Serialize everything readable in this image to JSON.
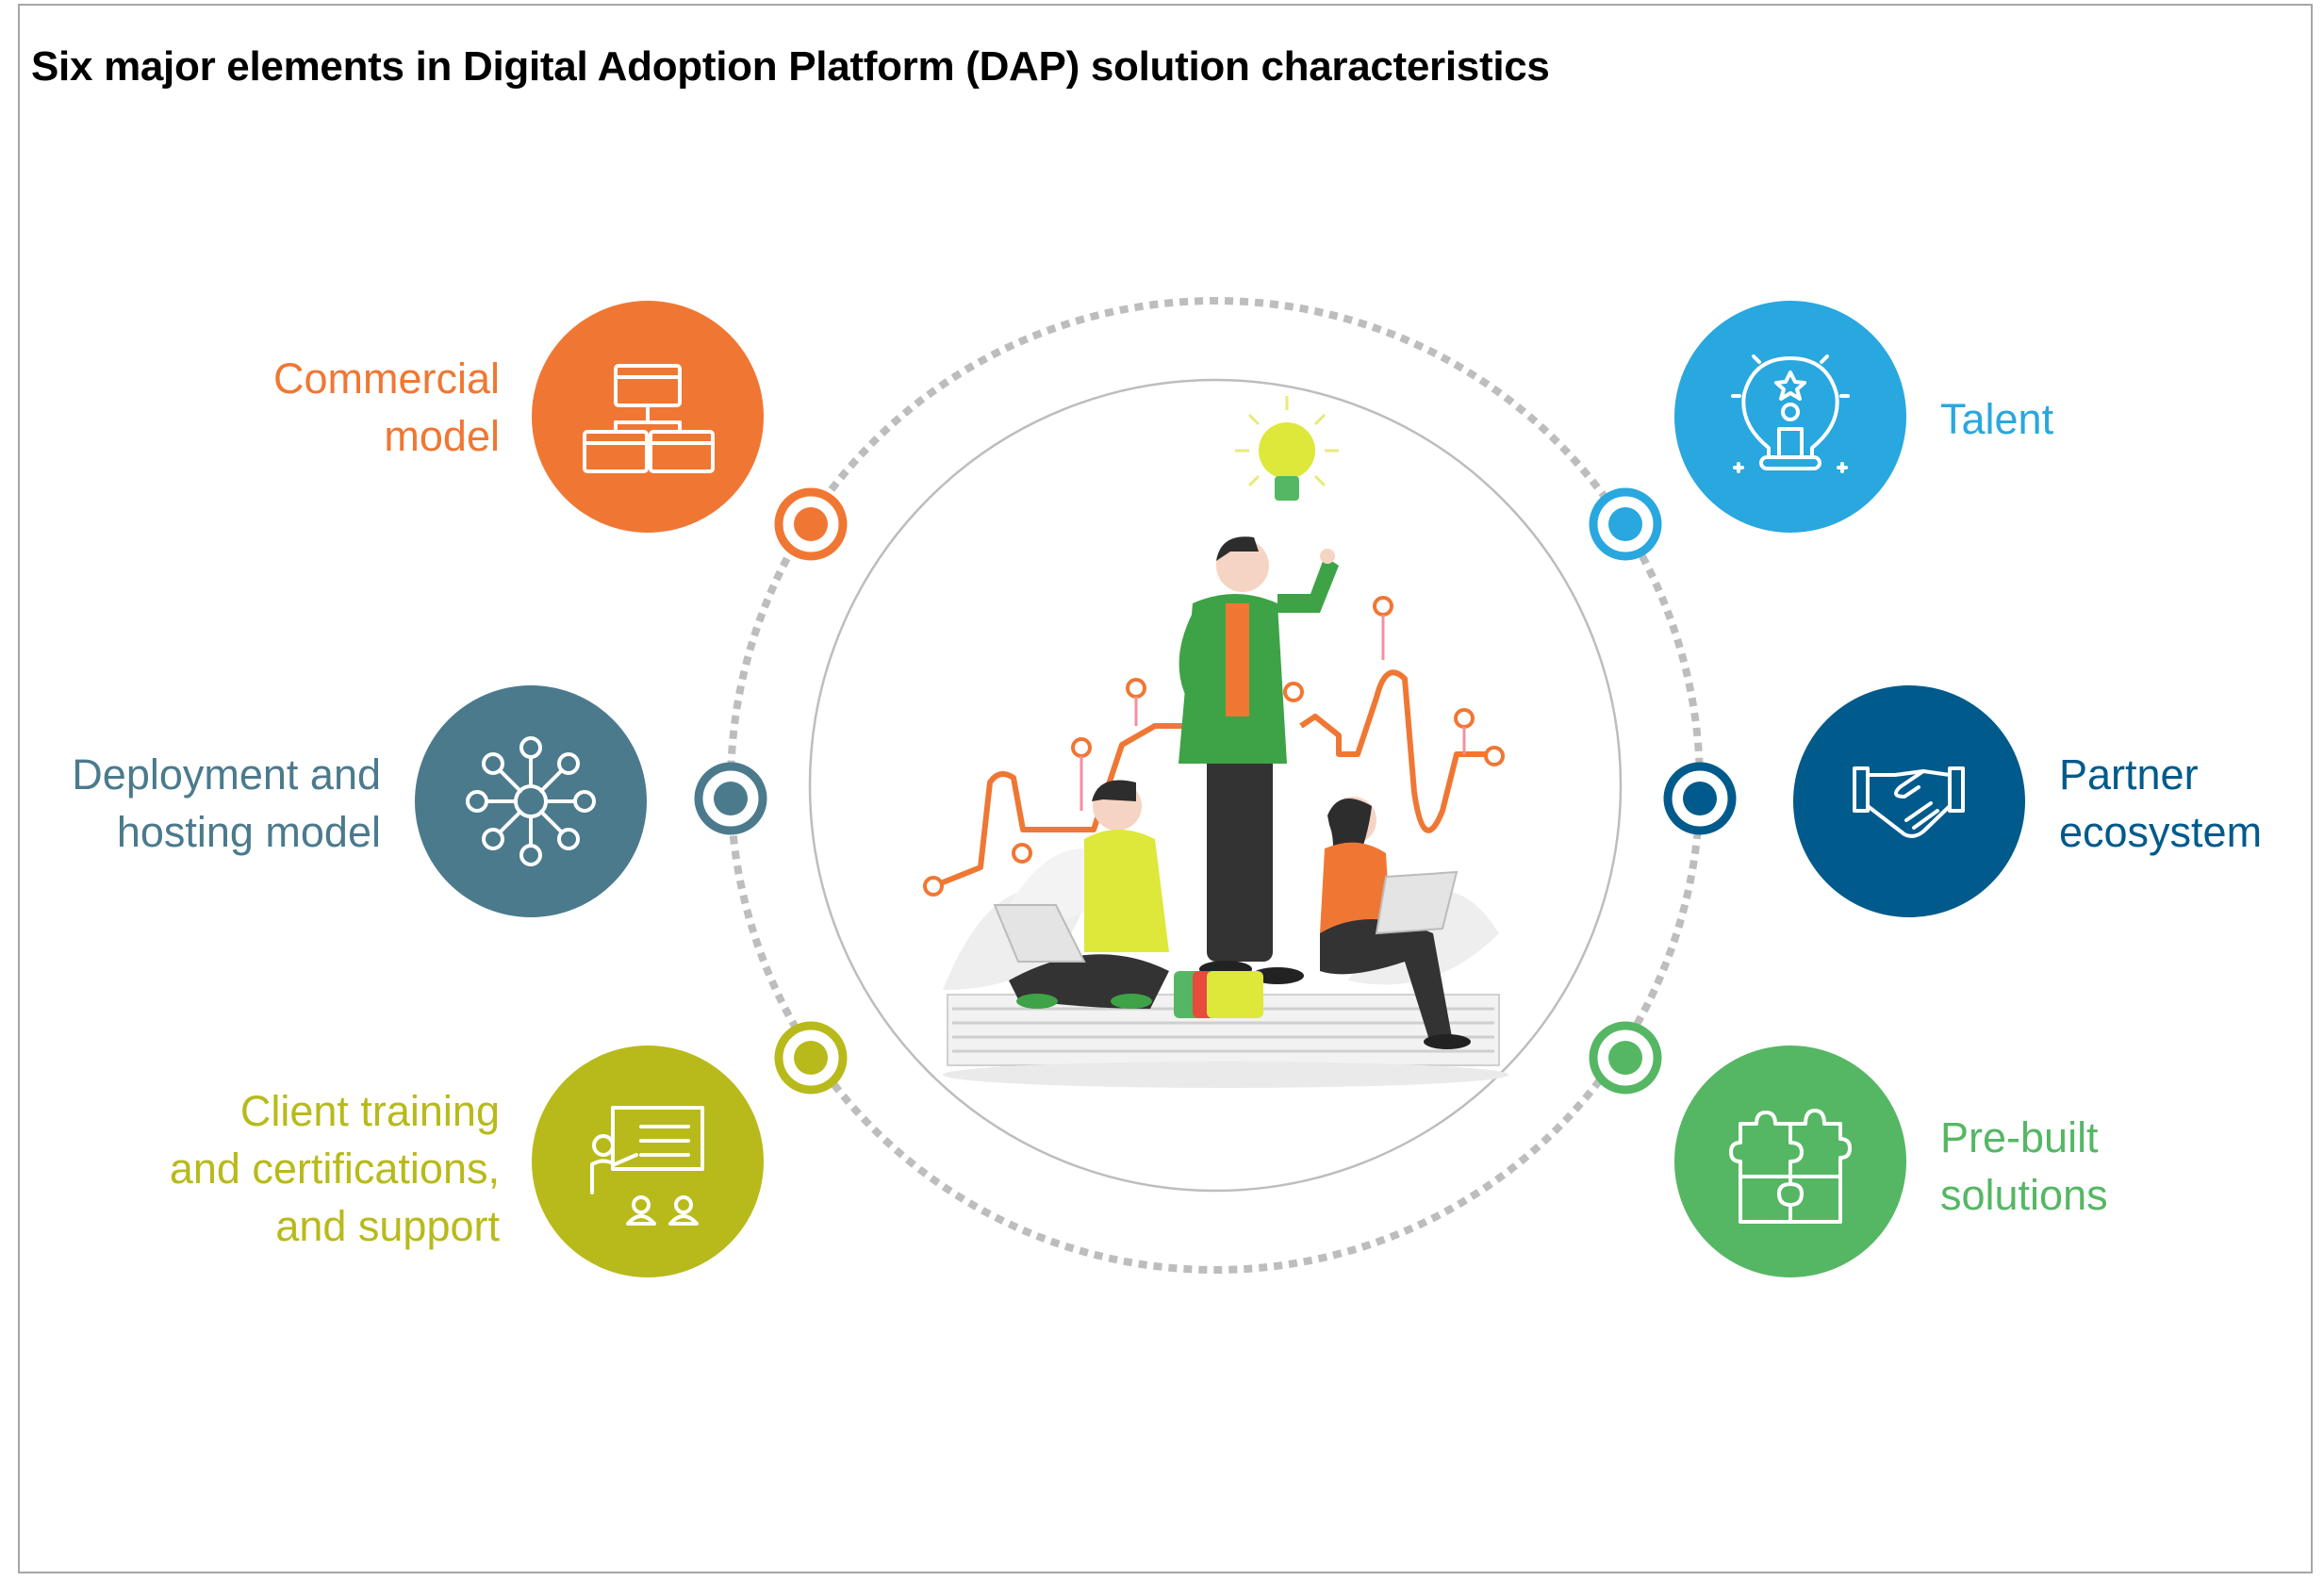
{
  "title": "Six major elements in Digital Adoption Platform (DAP) solution characteristics",
  "elements": [
    {
      "id": "commercial-model",
      "lines": [
        "Commercial",
        "model"
      ],
      "color": "#F07733",
      "icon": "sitemap-icon"
    },
    {
      "id": "deployment-hosting-model",
      "lines": [
        "Deployment and",
        "hosting model"
      ],
      "color": "#4B7A8D",
      "icon": "network-hub-icon"
    },
    {
      "id": "client-training",
      "lines": [
        "Client training",
        "and certifications,",
        "and support"
      ],
      "color": "#B8BA1B",
      "icon": "presentation-board-icon"
    },
    {
      "id": "talent",
      "lines": [
        "Talent"
      ],
      "color": "#29A7DF",
      "icon": "lightbulb-person-icon"
    },
    {
      "id": "partner-ecosystem",
      "lines": [
        "Partner",
        "ecosystem"
      ],
      "color": "#005A8B",
      "icon": "handshake-icon"
    },
    {
      "id": "pre-built-solutions",
      "lines": [
        "Pre-built",
        "solutions"
      ],
      "color": "#55B764",
      "icon": "puzzle-icon"
    }
  ]
}
